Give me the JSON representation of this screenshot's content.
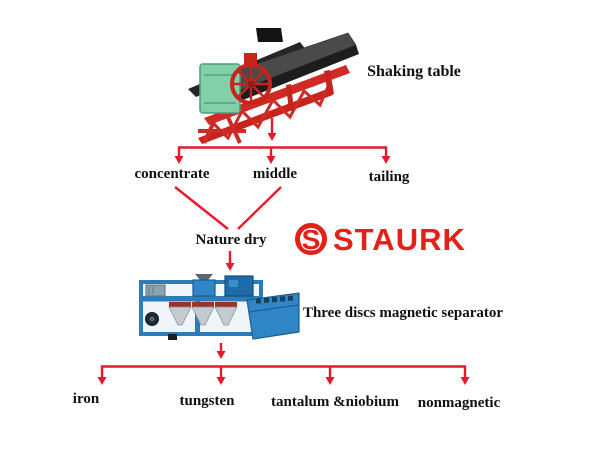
{
  "diagram": {
    "shaking_table_label": "Shaking table",
    "outputs_row1": [
      "concentrate",
      "middle",
      "tailing"
    ],
    "process_step": "Nature dry",
    "separator_label": "Three discs magnetic separator",
    "outputs_row2": [
      "iron",
      "tungsten",
      "tantalum &niobium",
      "nonmagnetic"
    ]
  },
  "logo": {
    "text": "STAURK",
    "emblem_letter": "S"
  },
  "colors": {
    "arrow": "#e8192d",
    "text": "#111111",
    "logo": "#e32119"
  }
}
